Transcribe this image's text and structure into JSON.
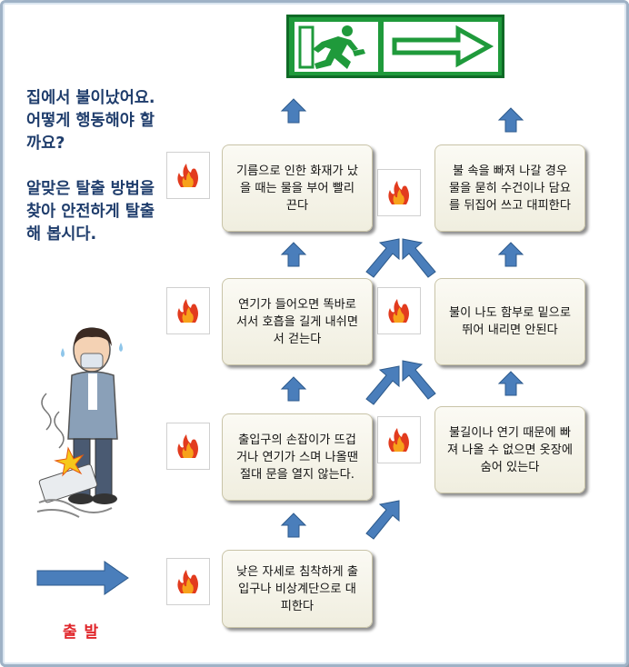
{
  "title_lines": [
    "집에서 불이났어요.",
    "어떻게 행동해야 할",
    "까요?",
    "알맞은 탈출 방법을",
    "찾아 안전하게 탈출",
    "해 봅시다."
  ],
  "start_label": "출 발",
  "steps": [
    {
      "text": "낮은 자세로 침착하게 출\n입구나 비상계단으로 대\n피한다"
    },
    {
      "text": "출입구의 손잡이가 뜨겁\n거나 연기가 스며 나올땐\n절대 문을 열지 않는다."
    },
    {
      "text": "연기가 들어오면 똑바로\n서서 호흡을 길게 내쉬면\n서 걷는다"
    },
    {
      "text": "기름으로 인한 화재가 났\n을 때는 물을 부어 빨리\n끈다"
    },
    {
      "text": "불길이나 연기 때문에 빠\n져 나올 수 없으면 옷장에\n숨어 있는다"
    },
    {
      "text": "불이 나도 함부로 밑으로\n뛰어 내리면 안된다"
    },
    {
      "text": "불 속을 빠져 나갈 경우\n물을 묻히 수건이나 담요\n를 뒤집어 쓰고 대피한다"
    }
  ],
  "icons": {
    "exit_sign": "emergency-exit-sign",
    "fire": "fire-icon",
    "person": "person-with-smoke-illustration"
  },
  "colors": {
    "arrow": "#4a7ebb",
    "exit_green": "#1f9a3b",
    "title": "#1f3d6c",
    "start": "#e0252a",
    "fire_red": "#e23b1e",
    "fire_orange": "#f7a21b"
  }
}
